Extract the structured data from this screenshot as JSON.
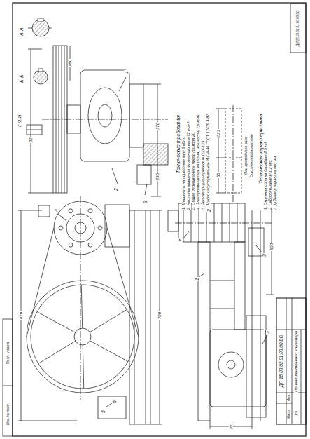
{
  "diagram": {
    "labels": [
      "А-А",
      "Б-Б",
      "Г (2:1)",
      "92",
      "160",
      "370",
      "235",
      "1",
      "2",
      "3",
      "Технические требования",
      "1. Мощность на приводном валу 6 кВт.",
      "2. Частота вращения приводного вала 72 мин⁻¹.",
      "3. Общее передаточное число привода 20.",
      "4. Электродвигатель 4А132М4, мощность 7,5 кВт.",
      "5. Редуктор цилиндрический Ц2У-125.",
      "6. Масло индустриальное И-Г-А-46 ГОСТ 17479.4-87.",
      "523",
      "55",
      "Ось приводного вала",
      "Ось электродвигателя",
      "Техническая характеристика",
      "1. Окружная сила на барабане 2,5 кН.",
      "2. Скорость ленты 1,2 м/с.",
      "3. Диаметр барабана 400 мм.",
      "870",
      "4",
      "5",
      "700",
      "6",
      "7",
      "1",
      "3",
      "4",
      "2",
      "530",
      "301",
      "Инв. № подл.",
      "Подп. и дата",
      "ДП 15.03.02 01.00.00 ВО",
      "Привод ленточного конвейера",
      "Лит.",
      "Масса",
      "1:5",
      "ДП 15.03.02 01.00.00 ВО"
    ]
  }
}
